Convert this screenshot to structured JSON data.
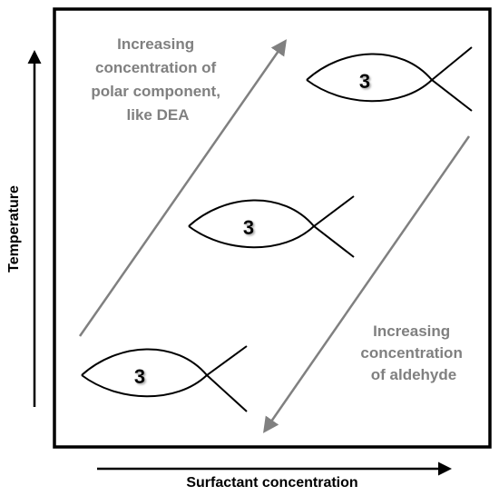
{
  "diagram": {
    "x_axis_label": "Surfactant concentration",
    "y_axis_label": "Temperature",
    "annotation_up": {
      "lines": [
        "Increasing",
        "concentration of",
        "polar component,",
        "like DEA"
      ]
    },
    "annotation_down": {
      "lines": [
        "Increasing",
        "concentration",
        "of aldehyde"
      ]
    },
    "fish": [
      {
        "label": "3"
      },
      {
        "label": "3"
      },
      {
        "label": "3"
      }
    ]
  },
  "colors": {
    "frame": "#000000",
    "arrow_gray": "#808080",
    "annotation_text": "#808080"
  }
}
